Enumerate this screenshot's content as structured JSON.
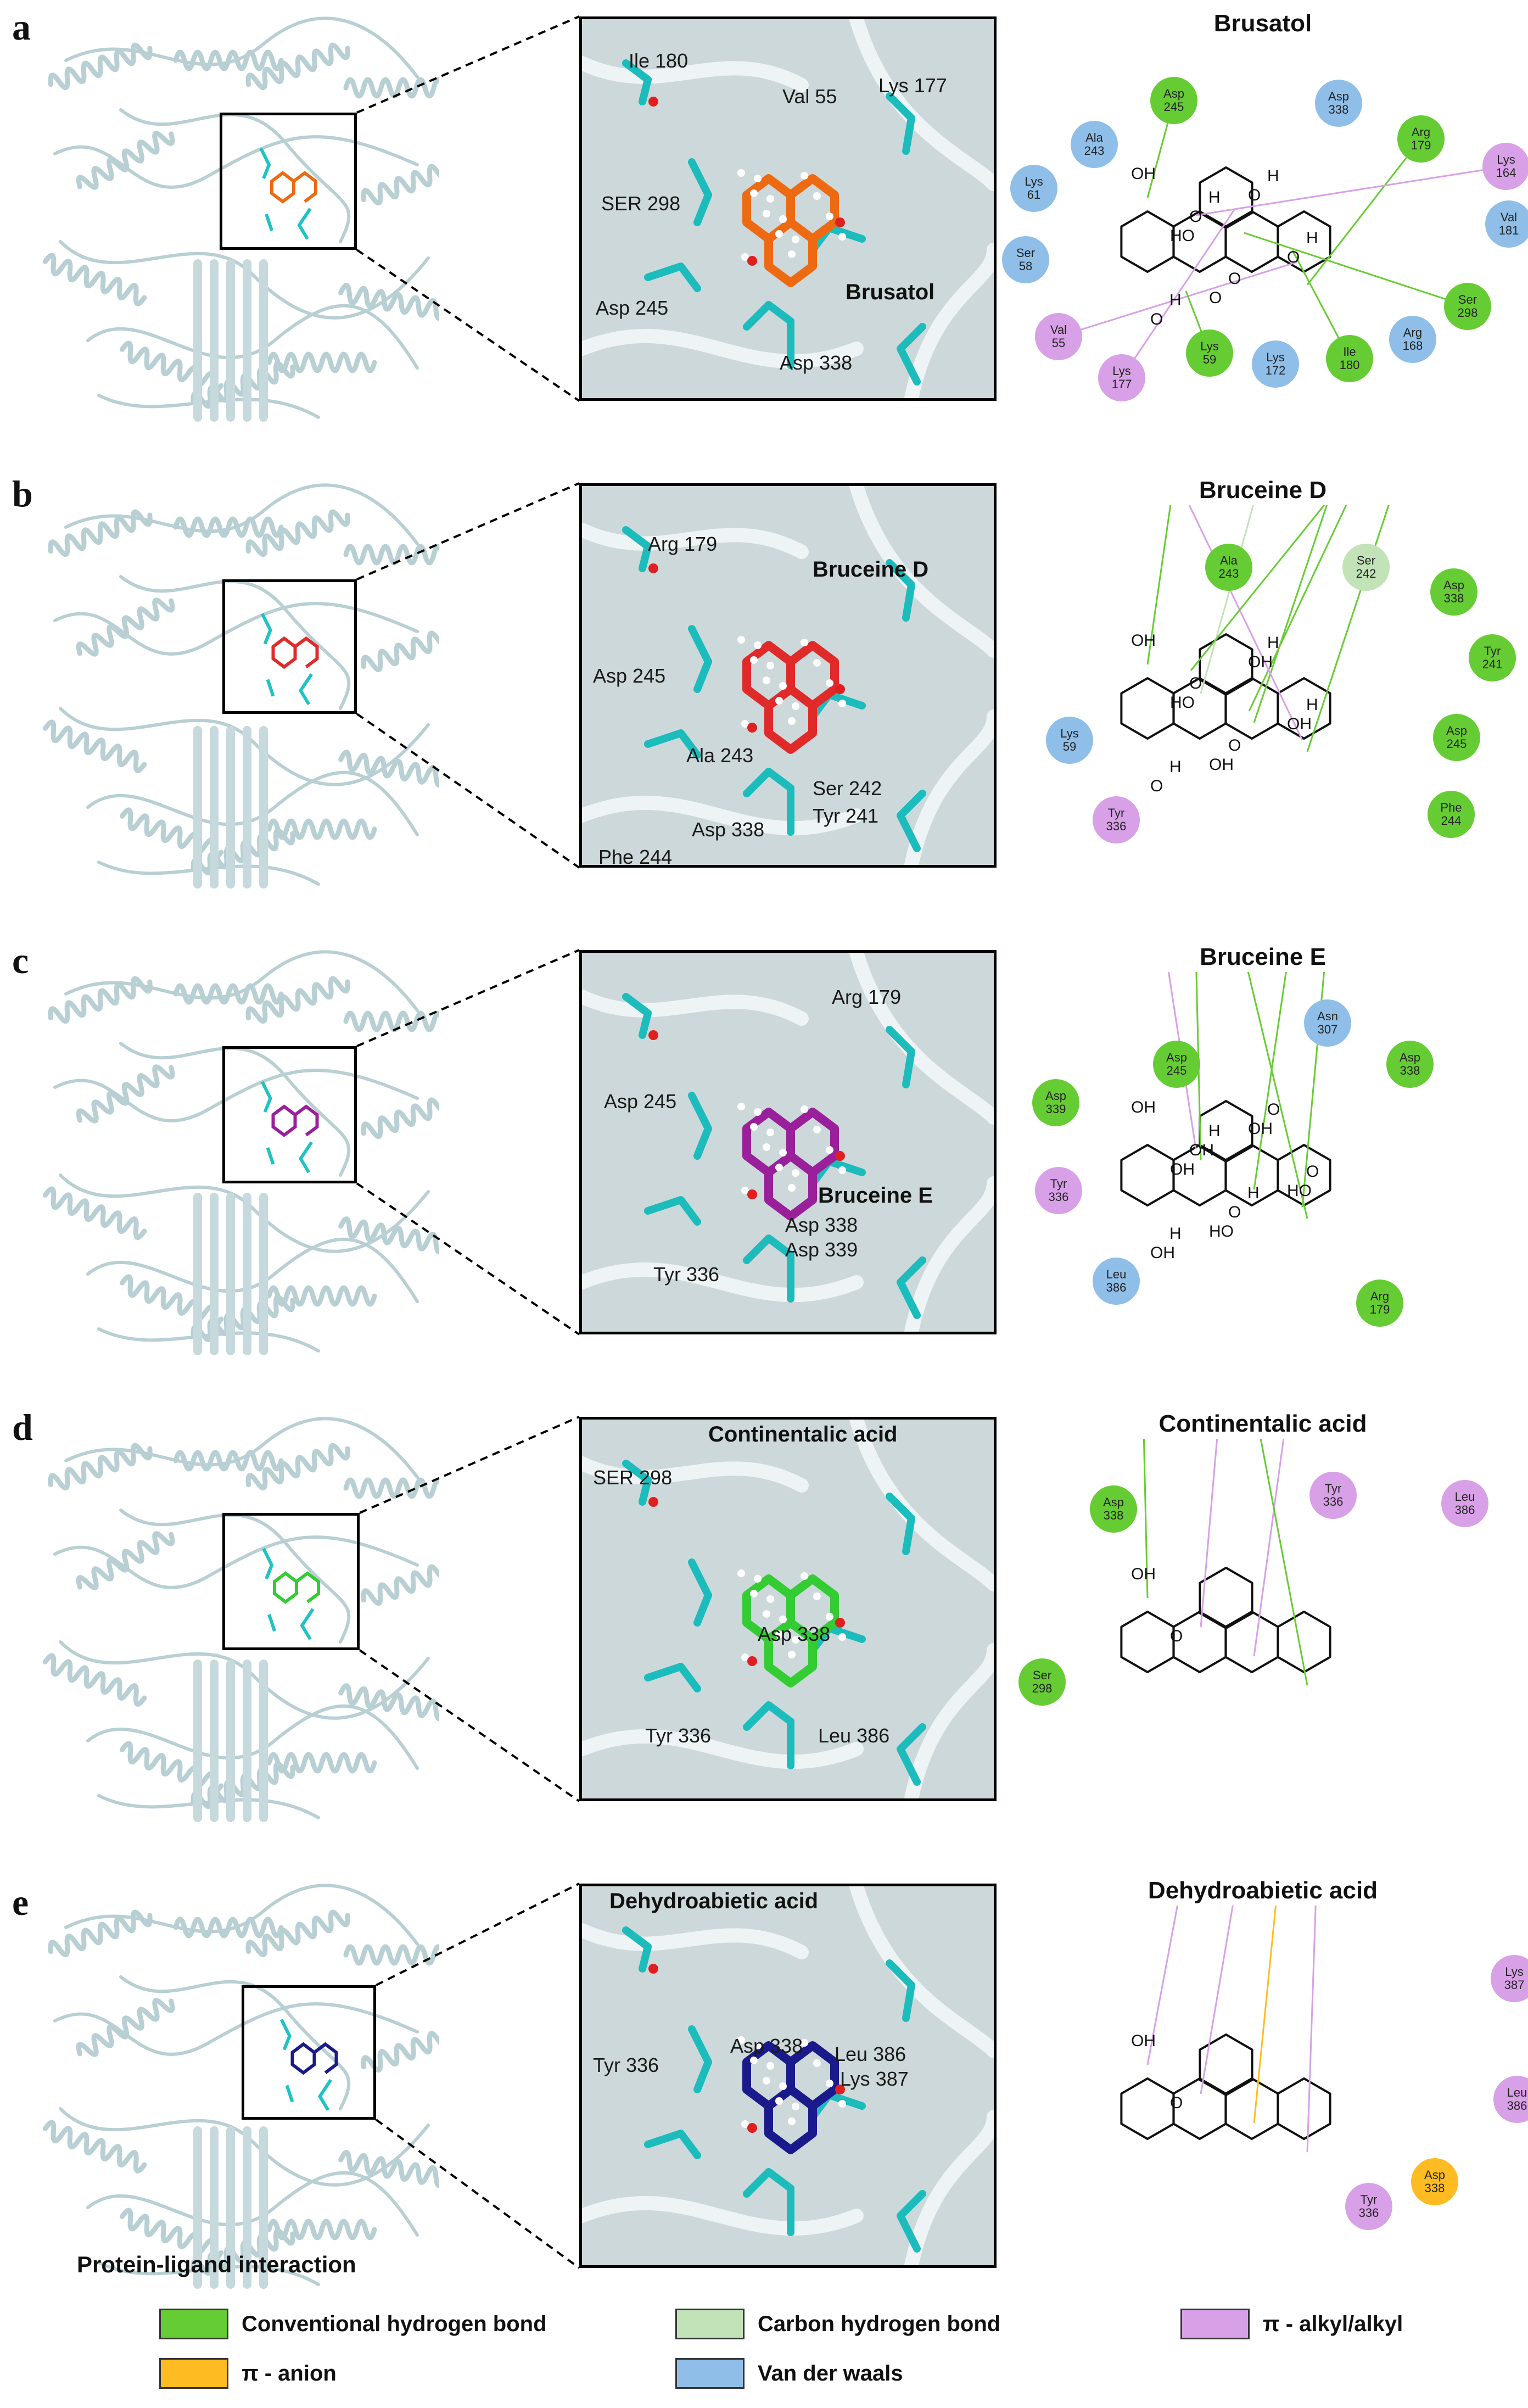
{
  "colors": {
    "conventional_hbond": "#66cc33",
    "carbon_hbond": "#c2e3b8",
    "pi_alkyl": "#d8a0e6",
    "pi_anion": "#ffbb22",
    "vdw": "#8fbfe8"
  },
  "panels": [
    {
      "letter": "a",
      "title": "Brusatol",
      "inset_labels": [
        "Ile 180",
        "Val 55",
        "Lys 177",
        "SER 298",
        "Asp 245",
        "Asp 338"
      ],
      "ligand_label": "Brusatol",
      "ligand_color": "#ee6a12",
      "residues": [
        {
          "id": "p0r0",
          "name": "Asp",
          "num": "245",
          "type": "conventional_hbond"
        },
        {
          "id": "p0r1",
          "name": "Asp",
          "num": "338",
          "type": "vdw"
        },
        {
          "id": "p0r2",
          "name": "Ala",
          "num": "243",
          "type": "vdw"
        },
        {
          "id": "p0r3",
          "name": "Arg",
          "num": "179",
          "type": "conventional_hbond"
        },
        {
          "id": "p0r4",
          "name": "Lys",
          "num": "164",
          "type": "pi_alkyl"
        },
        {
          "id": "p0r5",
          "name": "Lys",
          "num": "61",
          "type": "vdw"
        },
        {
          "id": "p0r6",
          "name": "Val",
          "num": "181",
          "type": "vdw"
        },
        {
          "id": "p0r7",
          "name": "Ser",
          "num": "58",
          "type": "vdw"
        },
        {
          "id": "p0r8",
          "name": "Ser",
          "num": "298",
          "type": "conventional_hbond"
        },
        {
          "id": "p0r9",
          "name": "Val",
          "num": "55",
          "type": "pi_alkyl"
        },
        {
          "id": "p0r10",
          "name": "Lys",
          "num": "59",
          "type": "conventional_hbond"
        },
        {
          "id": "p0r11",
          "name": "Lys",
          "num": "172",
          "type": "vdw"
        },
        {
          "id": "p0r12",
          "name": "Ile",
          "num": "180",
          "type": "conventional_hbond"
        },
        {
          "id": "p0r13",
          "name": "Arg",
          "num": "168",
          "type": "vdw"
        },
        {
          "id": "p0r14",
          "name": "Lys",
          "num": "177",
          "type": "pi_alkyl"
        }
      ],
      "atom_labels": [
        "OH",
        "HO",
        "O",
        "O",
        "O",
        "O",
        "O",
        "O",
        "H",
        "H",
        "H",
        "H"
      ]
    },
    {
      "letter": "b",
      "title": "Bruceine D",
      "inset_labels": [
        "Arg 179",
        "Asp 245",
        "Ala 243",
        "Ser 242",
        "Tyr 241",
        "Asp 338",
        "Phe 244"
      ],
      "ligand_label": "Bruceine D",
      "ligand_color": "#e02a2a",
      "residues": [
        {
          "id": "p1r0",
          "name": "Ala",
          "num": "243",
          "type": "conventional_hbond"
        },
        {
          "id": "p1r1",
          "name": "Ser",
          "num": "242",
          "type": "carbon_hbond"
        },
        {
          "id": "p1r2",
          "name": "Asp",
          "num": "338",
          "type": "conventional_hbond"
        },
        {
          "id": "p1r3",
          "name": "Tyr",
          "num": "241",
          "type": "conventional_hbond"
        },
        {
          "id": "p1r4",
          "name": "Lys",
          "num": "59",
          "type": "vdw"
        },
        {
          "id": "p1r5",
          "name": "Asp",
          "num": "245",
          "type": "conventional_hbond"
        },
        {
          "id": "p1r6",
          "name": "Tyr",
          "num": "336",
          "type": "pi_alkyl"
        },
        {
          "id": "p1r7",
          "name": "Phe",
          "num": "244",
          "type": "conventional_hbond"
        }
      ],
      "atom_labels": [
        "OH",
        "HO",
        "OH",
        "OH",
        "OH",
        "O",
        "O",
        "O",
        "H",
        "H",
        "H"
      ]
    },
    {
      "letter": "c",
      "title": "Bruceine E",
      "inset_labels": [
        "Arg 179",
        "Asp 245",
        "Asp 338",
        "Asp 339",
        "Tyr 336"
      ],
      "ligand_label": "Bruceine E",
      "ligand_color": "#9a1f9a",
      "residues": [
        {
          "id": "p2r0",
          "name": "Asn",
          "num": "307",
          "type": "vdw"
        },
        {
          "id": "p2r1",
          "name": "Asp",
          "num": "245",
          "type": "conventional_hbond"
        },
        {
          "id": "p2r2",
          "name": "Asp",
          "num": "338",
          "type": "conventional_hbond"
        },
        {
          "id": "p2r3",
          "name": "Asp",
          "num": "339",
          "type": "conventional_hbond"
        },
        {
          "id": "p2r4",
          "name": "Tyr",
          "num": "336",
          "type": "pi_alkyl"
        },
        {
          "id": "p2r5",
          "name": "Leu",
          "num": "386",
          "type": "vdw"
        },
        {
          "id": "p2r6",
          "name": "Arg",
          "num": "179",
          "type": "conventional_hbond"
        }
      ],
      "atom_labels": [
        "OH",
        "OH",
        "HO",
        "OH",
        "HO",
        "OH",
        "OH",
        "O",
        "O",
        "O",
        "H",
        "H",
        "H"
      ]
    },
    {
      "letter": "d",
      "title": "Continentalic acid",
      "inset_labels": [
        "SER 298",
        "Asp 338",
        "Tyr 336",
        "Leu 386"
      ],
      "ligand_label": "Continentalic acid",
      "ligand_color": "#33cc33",
      "residues": [
        {
          "id": "p3r0",
          "name": "Asp",
          "num": "338",
          "type": "conventional_hbond"
        },
        {
          "id": "p3r1",
          "name": "Tyr",
          "num": "336",
          "type": "pi_alkyl"
        },
        {
          "id": "p3r2",
          "name": "Leu",
          "num": "386",
          "type": "pi_alkyl"
        },
        {
          "id": "p3r3",
          "name": "Ser",
          "num": "298",
          "type": "conventional_hbond"
        }
      ],
      "atom_labels": [
        "OH",
        "O"
      ]
    },
    {
      "letter": "e",
      "title": "Dehydroabietic acid",
      "inset_labels": [
        "Tyr 336",
        "Asp 338",
        "Leu 386",
        "Lys 387"
      ],
      "ligand_label": "Dehydroabietic acid",
      "ligand_color": "#1a1a8c",
      "residues": [
        {
          "id": "p4r0",
          "name": "Lys",
          "num": "387",
          "type": "pi_alkyl"
        },
        {
          "id": "p4r1",
          "name": "Leu",
          "num": "386",
          "type": "pi_alkyl"
        },
        {
          "id": "p4r2",
          "name": "Asp",
          "num": "338",
          "type": "pi_anion"
        },
        {
          "id": "p4r3",
          "name": "Tyr",
          "num": "336",
          "type": "pi_alkyl"
        }
      ],
      "atom_labels": [
        "OH",
        "O"
      ]
    }
  ],
  "legend": {
    "title": "Protein-ligand interaction",
    "items": [
      {
        "label": "Conventional hydrogen bond",
        "type": "conventional_hbond"
      },
      {
        "label": "Carbon hydrogen bond",
        "type": "carbon_hbond"
      },
      {
        "label": "π - alkyl/alkyl",
        "type": "pi_alkyl"
      },
      {
        "label": "π - anion",
        "type": "pi_anion"
      },
      {
        "label": "Van der waals",
        "type": "vdw"
      }
    ]
  }
}
